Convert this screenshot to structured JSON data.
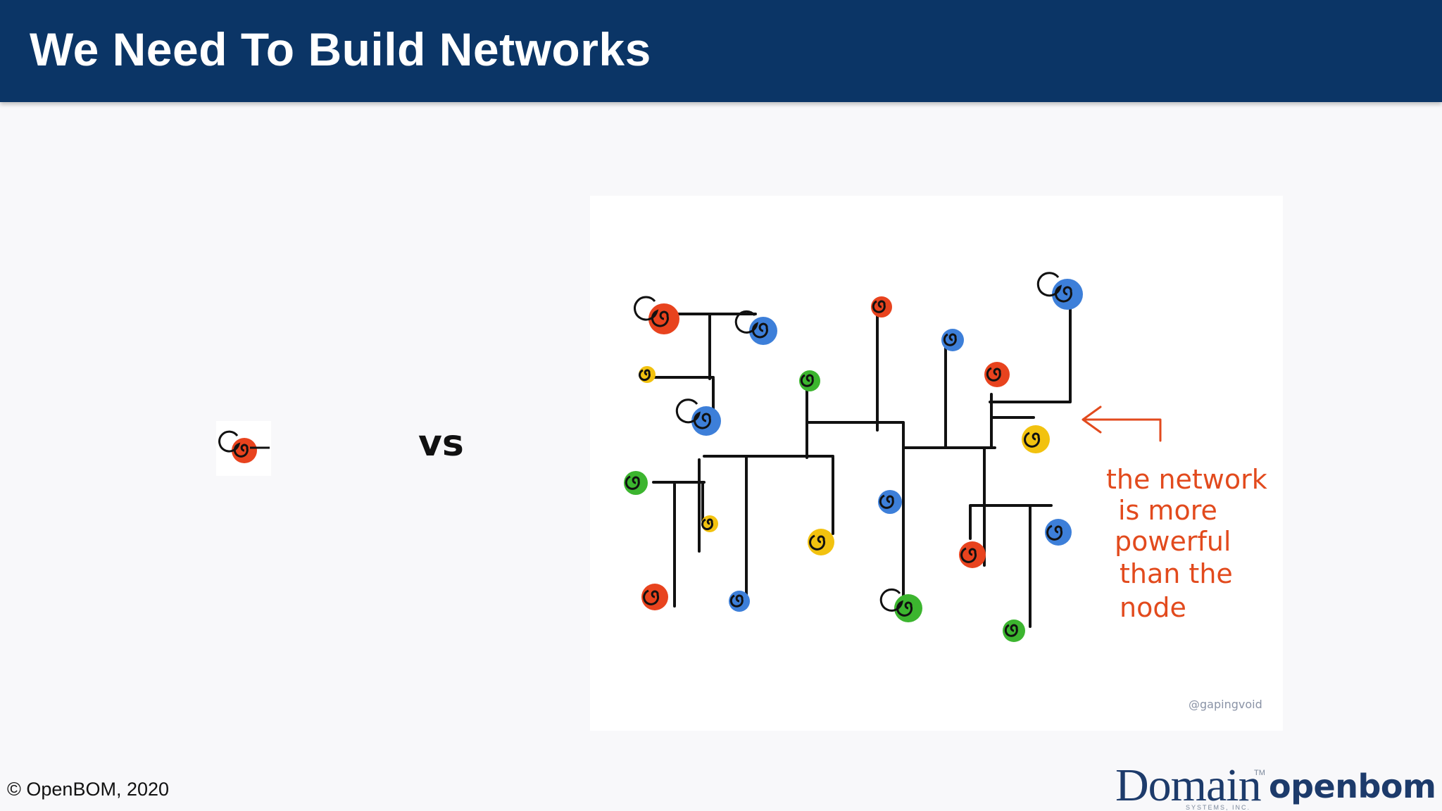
{
  "slide": {
    "title": "We Need To Build Networks",
    "vs_label": "vs",
    "copyright": "© OpenBOM, 2020"
  },
  "illustration": {
    "caption_lines": [
      "the network",
      "is more",
      "powerful",
      "than the",
      "node"
    ],
    "credit": "@gapingvoid",
    "colors": {
      "red": "#e8431e",
      "blue": "#3d7fd9",
      "green": "#3cb52f",
      "yellow": "#f2c20f",
      "ink": "#111111",
      "caption": "#e24a1d"
    }
  },
  "logos": {
    "domain": "Domain",
    "domain_tm": "TM",
    "domain_sub": "SYSTEMS, INC.",
    "openbom": "openbom"
  }
}
